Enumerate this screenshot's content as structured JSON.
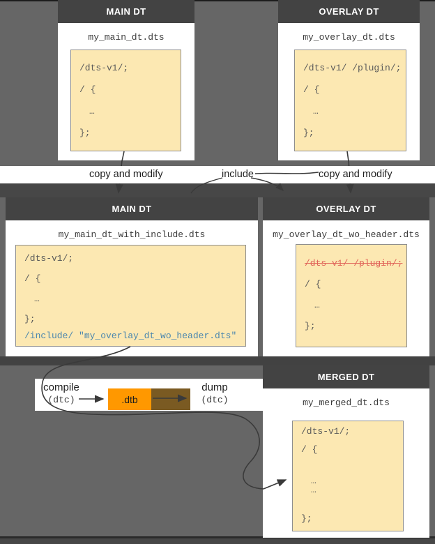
{
  "diagram": {
    "panels": {
      "top_main": {
        "header": "MAIN DT",
        "filename": "my_main_dt.dts",
        "code": [
          "/dts-v1/;",
          "/ {",
          "…",
          "};"
        ]
      },
      "top_overlay": {
        "header": "OVERLAY DT",
        "filename": "my_overlay_dt.dts",
        "code": [
          "/dts-v1/ /plugin/;",
          "/ {",
          "…",
          "};"
        ]
      },
      "mid_main": {
        "header": "MAIN DT",
        "filename": "my_main_dt_with_include.dts",
        "code": [
          "/dts-v1/;",
          "/ {",
          "…",
          "};",
          "/include/ \"my_overlay_dt_wo_header.dts\""
        ]
      },
      "mid_overlay": {
        "header": "OVERLAY DT",
        "filename": "my_overlay_dt_wo_header.dts",
        "code": [
          "/dts-v1/ /plugin/;",
          "/ {",
          "…",
          "};"
        ]
      },
      "merged": {
        "header": "MERGED DT",
        "filename": "my_merged_dt.dts",
        "code": [
          "/dts-v1/;",
          "/ {",
          "…",
          "…",
          "};"
        ]
      }
    },
    "labels": {
      "copy_and_modify_left": "copy and modify",
      "include": "include",
      "copy_and_modify_right": "copy and modify",
      "compile": "compile",
      "compile_tool": "(dtc)",
      "dtb": ".dtb",
      "dump": "dump",
      "dump_tool": "(dtc)"
    },
    "colors": {
      "background": "#666666",
      "panel_header": "#434343",
      "code_background": "#FCE8B2",
      "code_border": "#8E8E8E",
      "include_text": "#4A86AE",
      "deleted_text": "#E0655A",
      "dtb_box": "#FF9800",
      "dtb_shadow": "#7A5A22",
      "arrow": "#3A3A3A"
    }
  }
}
